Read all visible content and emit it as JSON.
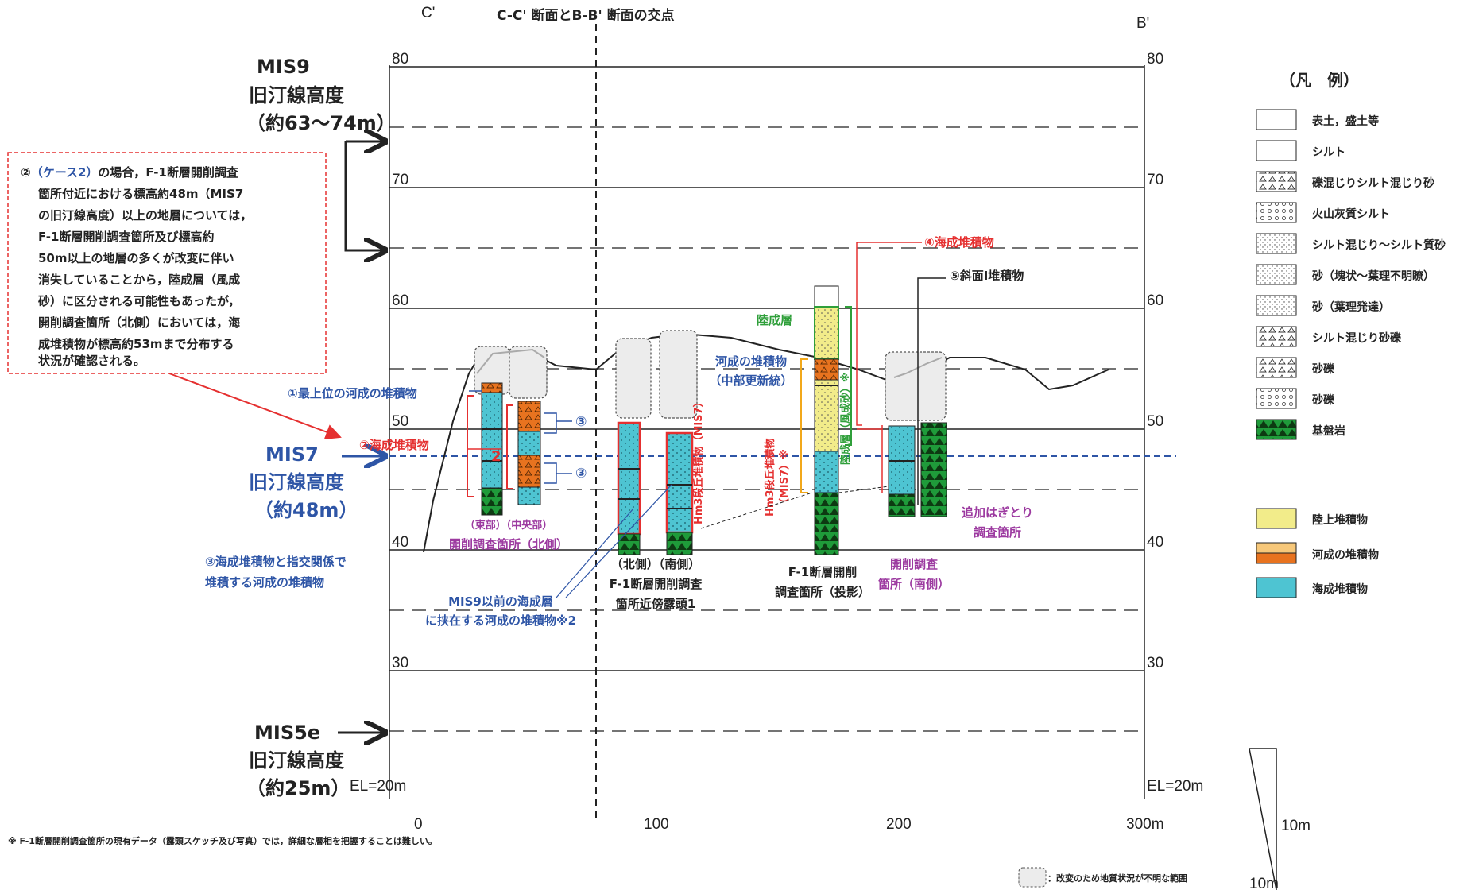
{
  "header": {
    "left_label": "C'",
    "right_label": "B'",
    "intersection": "C-C' 断面とB-B' 断面の交点"
  },
  "axis": {
    "y_ticks": [
      "80",
      "70",
      "60",
      "50",
      "40",
      "30"
    ],
    "el_label": "EL=20m",
    "x_ticks": [
      "0",
      "100",
      "200",
      "300m"
    ],
    "scale_label": "10m",
    "scale_label_bottom": "10m"
  },
  "mis": {
    "mis9": [
      "MIS9",
      "旧汀線高度",
      "（約63～74m）"
    ],
    "mis7": [
      "MIS7",
      "旧汀線高度",
      "（約48m）"
    ],
    "mis5e": [
      "MIS5e",
      "旧汀線高度",
      "（約25m）"
    ]
  },
  "note_box": {
    "prefix": "②",
    "case": "（ケース2）",
    "line1_rest": "の場合，F-1断層開削調査",
    "lines": [
      "箇所付近における標高約48m（MIS7",
      "の旧汀線高度）以上の地層については，",
      "F-1断層開削調査箇所及び標高約",
      "50m以上の地層の多くが改変に伴い",
      "消失していることから，陸成層（風成",
      "砂）に区分される可能性もあったが，",
      "開削調査箇所（北側）においては，海",
      "成堆積物が標高約53mまで分布する",
      "状況が確認される。"
    ]
  },
  "annotations": {
    "a1": "①最上位の河成の堆積物",
    "a2": "②海成堆積物",
    "a3a": "③",
    "a3b": "③",
    "a3_lines": [
      "③海成堆積物と指交関係で",
      "堆積する河成の堆積物"
    ],
    "a4": "④海成堆積物",
    "a5": "⑤斜面Ⅰ堆積物",
    "land": "陸成層",
    "river_lines": [
      "河成の堆積物",
      "（中部更新統）"
    ],
    "hm3_a": "Hm3段丘堆積物（MIS7）",
    "hm3_b_lines": [
      "Hm3段丘堆積物",
      "（MIS7）※"
    ],
    "aeolian": "陸成層（風成砂）※",
    "mis9_lines": [
      "MIS9以前の海成層",
      "に挟在する河成の堆積物※2"
    ],
    "two": "2"
  },
  "sites": {
    "s1_sub": "（東部）（中央部）",
    "s1": "開削調査箇所（北側）",
    "s2_lines": [
      "（北側）（南側）",
      "F-1断層開削調査",
      "箇所近傍露頭1"
    ],
    "s3_lines": [
      "F-1断層開削",
      "調査箇所（投影）"
    ],
    "s4_lines": [
      "開削調査",
      "箇所（南側）"
    ],
    "s5_lines": [
      "追加はぎとり",
      "調査箇所"
    ]
  },
  "legend": {
    "title": "（凡　例）",
    "items": [
      "表土，盛土等",
      "シルト",
      "礫混じりシルト混じり砂",
      "火山灰質シルト",
      "シルト混じり～シルト質砂",
      "砂（塊状～葉理不明瞭）",
      "砂（葉理発達）",
      "シルト混じり砂礫",
      "砂礫",
      "砂礫",
      "基盤岩"
    ],
    "color_items": [
      "陸上堆積物",
      "河成の堆積物",
      "海成堆積物"
    ],
    "colors": {
      "land": "#f2ec8a",
      "river_top": "#f7c87a",
      "river": "#e8731f",
      "marine": "#4ec4d2",
      "bedrock": "#1f9b3a",
      "red": "#e53030",
      "blue": "#2e55a6",
      "purple": "#9c3aa0",
      "green": "#2f9f3a"
    }
  },
  "footnote": "※ F-1断層開削調査箇所の現有データ（露頭スケッチ及び写真）では，詳細な層相を把握することは難しい。",
  "unknown_note": "：改変のため地質状況が不明な範囲"
}
